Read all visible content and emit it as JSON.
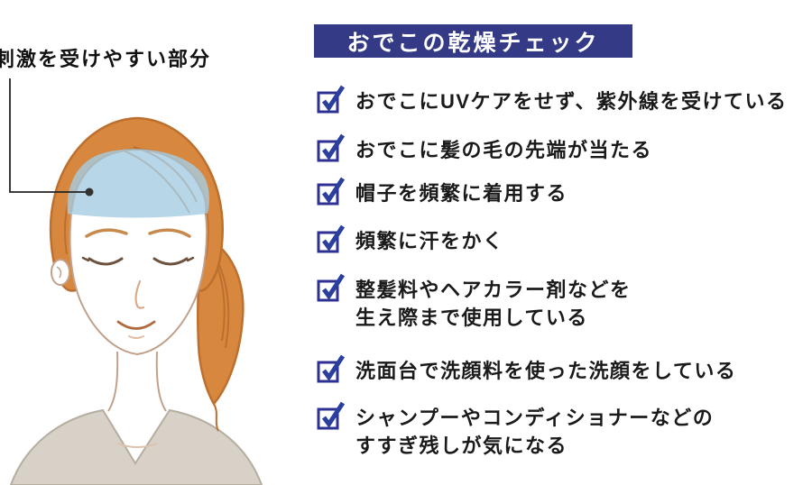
{
  "figure": {
    "annotation_label": "刺激を受けやすい部分",
    "highlight_area": "forehead"
  },
  "checklist": {
    "title": "おでこの乾燥チェック",
    "items": [
      {
        "text": "おでこにUVケアをせず、紫外線を受けている"
      },
      {
        "text": "おでこに髪の毛の先端が当たる"
      },
      {
        "text": "帽子を頻繁に着用する"
      },
      {
        "text": "頻繁に汗をかく"
      },
      {
        "text": "整髪料やヘアカラー剤などを\n生え際まで使用している"
      },
      {
        "text": "洗面台で洗顔料を使った洗顔をしている"
      },
      {
        "text": "シャンプーやコンディショナーなどの\nすすぎ残しが気になる"
      }
    ]
  },
  "icons": [
    {
      "name": "checkbox-checked-icon",
      "glyph": "☑"
    }
  ],
  "colors": {
    "header_bg": "#353a86",
    "header_text": "#ffffff",
    "checkbox_border": "#2e3192",
    "checkmark": "#2b3f9e",
    "forehead_highlight": "#a5cde4",
    "hair": "#d8873f",
    "hair_line": "#bd6f2d",
    "skin_line": "#c2a18b",
    "garment": "#d7d1c7",
    "body_text": "#1a1a1a"
  }
}
